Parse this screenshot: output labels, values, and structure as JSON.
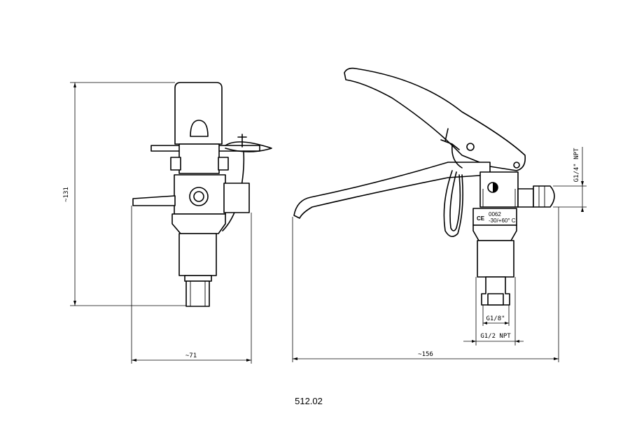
{
  "drawing": {
    "caption": "512.02",
    "front_view": {
      "height_dim": "~131",
      "width_dim": "~71"
    },
    "side_view": {
      "width_dim": "~156",
      "outlet_thread": "G1/4\" NPT",
      "inner_thread": "G1/8\"",
      "inlet_thread": "G1/2 NPT",
      "label": {
        "ce_mark": "CE",
        "cert_number": "0062",
        "temp_range": "-30/+60° C"
      }
    }
  }
}
